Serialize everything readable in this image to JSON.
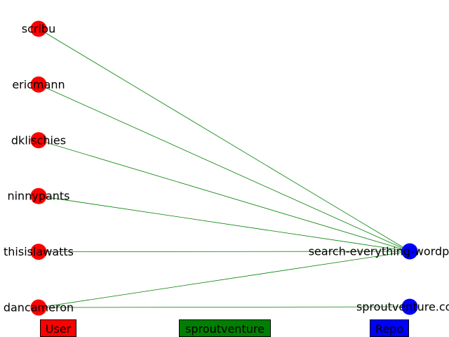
{
  "colors": {
    "user_node": "#ff0000",
    "repo_node": "#0000ff",
    "edge": "#008000"
  },
  "users": [
    {
      "id": "u1",
      "label": "scribu"
    },
    {
      "id": "u2",
      "label": "ericmann"
    },
    {
      "id": "u3",
      "label": "dklischies"
    },
    {
      "id": "u4",
      "label": "ninnypants"
    },
    {
      "id": "u5",
      "label": "thisislawatts"
    },
    {
      "id": "u6",
      "label": "dancameron"
    }
  ],
  "repos": [
    {
      "id": "r1",
      "label": "search-everything-wordpress-plugin"
    },
    {
      "id": "r2",
      "label": "sproutventure.com"
    }
  ],
  "edges": [
    {
      "from": "u1",
      "to": "r1"
    },
    {
      "from": "u2",
      "to": "r1"
    },
    {
      "from": "u3",
      "to": "r1"
    },
    {
      "from": "u4",
      "to": "r1"
    },
    {
      "from": "u5",
      "to": "r1"
    },
    {
      "from": "u6",
      "to": "r1"
    },
    {
      "from": "u6",
      "to": "r2"
    }
  ],
  "legend": {
    "user": "User",
    "project": "sproutventure",
    "repo": "Repo"
  }
}
